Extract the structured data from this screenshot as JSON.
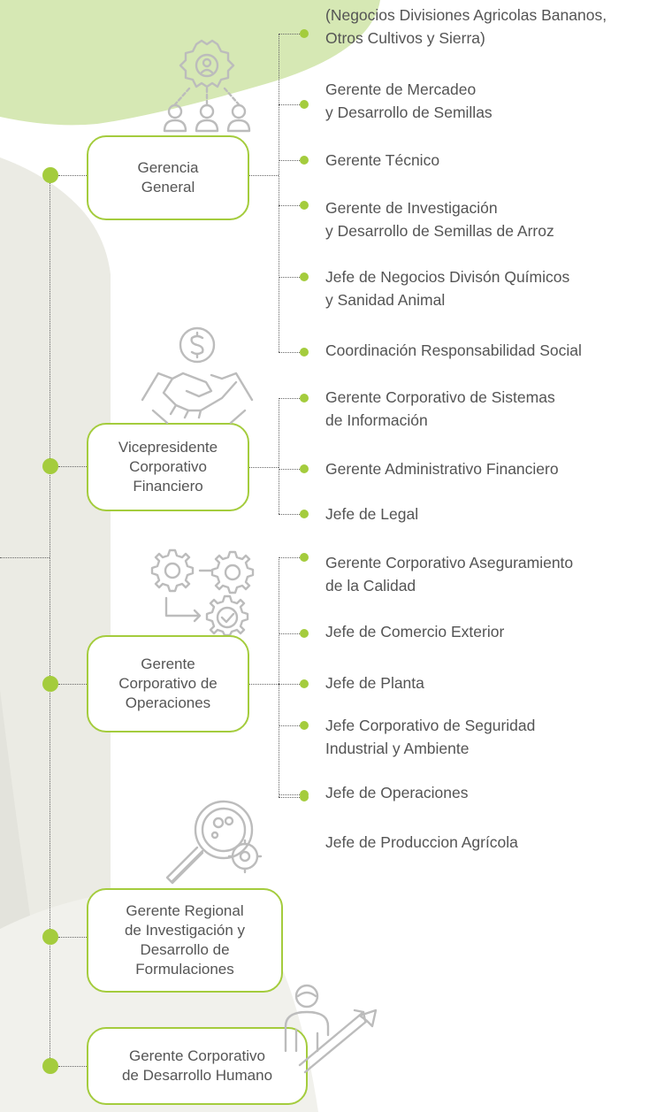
{
  "colors": {
    "accent": "#a4cc3d",
    "line": "#666666",
    "text": "#545454",
    "shape_light": "#ebebe4",
    "shape_green": "#d6e8b4",
    "icon": "#bcbcbc"
  },
  "nodes": [
    {
      "label": "Gerencia\nGeneral",
      "icon": "team-leader-gear-icon"
    },
    {
      "label": "Vicepresidente\nCorporativo\nFinanciero",
      "icon": "handshake-dollar-icon"
    },
    {
      "label": "Gerente\nCorporativo de\nOperaciones",
      "icon": "gears-process-icon"
    },
    {
      "label": "Gerente Regional\nde Investigación y\nDesarrollo de\nFormulaciones",
      "icon": "magnifier-research-icon"
    },
    {
      "label": "Gerente Corporativo\nde Desarrollo Humano",
      "icon": "person-growth-arrow-icon"
    }
  ],
  "branches": {
    "general": [
      "(Negocios Divisiones Agricolas Bananos,\nOtros Cultivos y Sierra)",
      "Gerente de Mercadeo\ny Desarrollo de Semillas",
      "Gerente Técnico",
      "Gerente de Investigación\ny Desarrollo de Semillas de Arroz",
      "Jefe de Negocios Divisón Químicos\ny Sanidad Animal",
      "Coordinación Responsabilidad Social"
    ],
    "financiero": [
      "Gerente Corporativo de Sistemas\nde Información",
      "Gerente Administrativo Financiero",
      "Jefe de Legal"
    ],
    "operaciones": [
      "Gerente Corporativo Aseguramiento\nde la Calidad",
      "Jefe de Comercio Exterior",
      "Jefe de Planta",
      "Jefe Corporativo de Seguridad\nIndustrial y Ambiente",
      "Jefe de Operaciones",
      "Jefe de Produccion Agrícola"
    ]
  }
}
